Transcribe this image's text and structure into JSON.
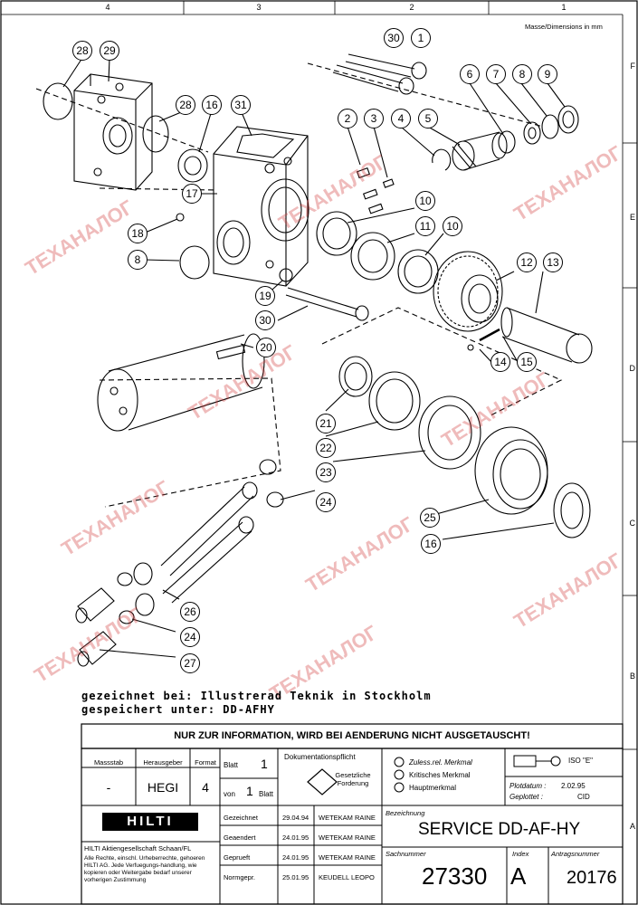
{
  "dimensions_note": "Masse/Dimensions in mm",
  "zones_top": [
    "4",
    "3",
    "2",
    "1"
  ],
  "zones_right": [
    "F",
    "E",
    "D",
    "C",
    "B",
    "A"
  ],
  "part_labels": [
    "28",
    "29",
    "30",
    "1",
    "6",
    "7",
    "8",
    "9",
    "2",
    "3",
    "4",
    "5",
    "28",
    "16",
    "31",
    "17",
    "10",
    "11",
    "10",
    "18",
    "8",
    "12",
    "13",
    "19",
    "30",
    "20",
    "14",
    "15",
    "21",
    "22",
    "23",
    "24",
    "25",
    "16",
    "26",
    "24",
    "27"
  ],
  "notes": {
    "line1": "gezeichnet bei: Illustrerad Teknik in Stockholm",
    "line2": "gespeichert unter: DD-AFHY"
  },
  "title_block": {
    "info_banner": "NUR ZUR INFORMATION, WIRD BEI AENDERUNG NICHT AUSGETAUSCHT!",
    "massstab_label": "Massstab",
    "massstab_value": "-",
    "herausgeber_label": "Herausgeber",
    "herausgeber_value": "HEGI",
    "format_label": "Format",
    "format_value": "4",
    "blatt_label": "Blatt",
    "blatt_value": "1",
    "von_label": "von",
    "von_value": "1",
    "blatt2_label": "Blatt",
    "dok_label": "Dokumentationspflicht",
    "gesetz_label": "Gesetzliche Forderung",
    "merkmal1": "Zuless.rel. Merkmal",
    "merkmal2": "Kritisches Merkmal",
    "merkmal3": "Hauptmerkmal",
    "iso_label": "ISO \"E\"",
    "plotdatum_label": "Plotdatum :",
    "plotdatum_value": "2.02.95",
    "geplottet_label": "Geplottet :",
    "geplottet_value": "CID",
    "logo": "HILTI",
    "company": "HILTI Aktiengesellschaft Schaan/FL",
    "rights": "Alle Rechte, einschl. Urheberrechte, gehoeren HILTI AG. Jede Verfuegungs-handlung, wie kopieren oder Weitergabe bedarf unserer vorherigen Zustimmung",
    "rows": [
      {
        "label": "Gezeichnet",
        "date": "29.04.94",
        "name": "WETEKAM RAINE"
      },
      {
        "label": "Geaendert",
        "date": "24.01.95",
        "name": "WETEKAM RAINE"
      },
      {
        "label": "Geprueft",
        "date": "24.01.95",
        "name": "WETEKAM RAINE"
      },
      {
        "label": "Normgepr.",
        "date": "25.01.95",
        "name": "KEUDELL LEOPO"
      }
    ],
    "bezeichnung_label": "Bezeichnung",
    "bezeichnung_value": "SERVICE DD-AF-HY",
    "sachnummer_label": "Sachnummer",
    "sachnummer_value": "27330",
    "index_label": "Index",
    "index_value": "A",
    "auftrag_label": "Antragsnummer",
    "auftrag_value": "20176"
  },
  "watermark": "ТЕХАНАЛОГ"
}
